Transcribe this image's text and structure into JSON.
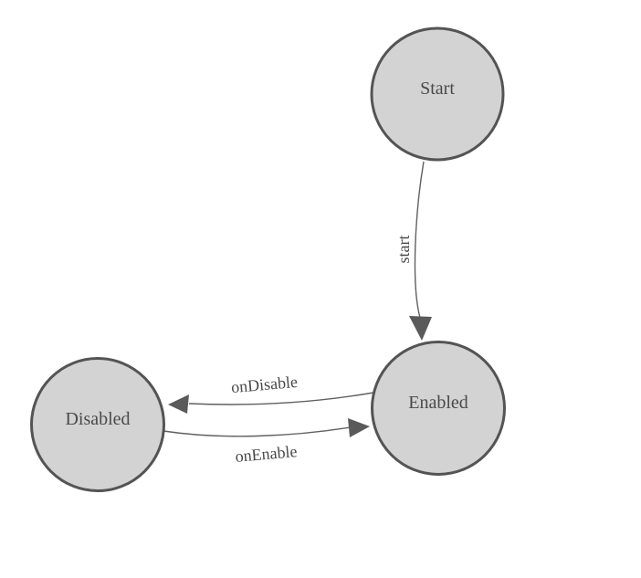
{
  "diagram": {
    "colors": {
      "background": "#ffffff",
      "node_fill": "#d3d3d3",
      "node_stroke": "#545454",
      "edge_stroke": "#606060",
      "arrow_fill": "#5a5a5a",
      "label_color": "#4a4a4a"
    },
    "nodes": [
      {
        "id": "start",
        "label": "Start"
      },
      {
        "id": "enabled",
        "label": "Enabled"
      },
      {
        "id": "disabled",
        "label": "Disabled"
      }
    ],
    "edges": [
      {
        "id": "start-transition",
        "label": "start",
        "from": "start",
        "to": "enabled"
      },
      {
        "id": "onDisable-transition",
        "label": "onDisable",
        "from": "enabled",
        "to": "disabled"
      },
      {
        "id": "onEnable-transition",
        "label": "onEnable",
        "from": "disabled",
        "to": "enabled"
      }
    ]
  }
}
